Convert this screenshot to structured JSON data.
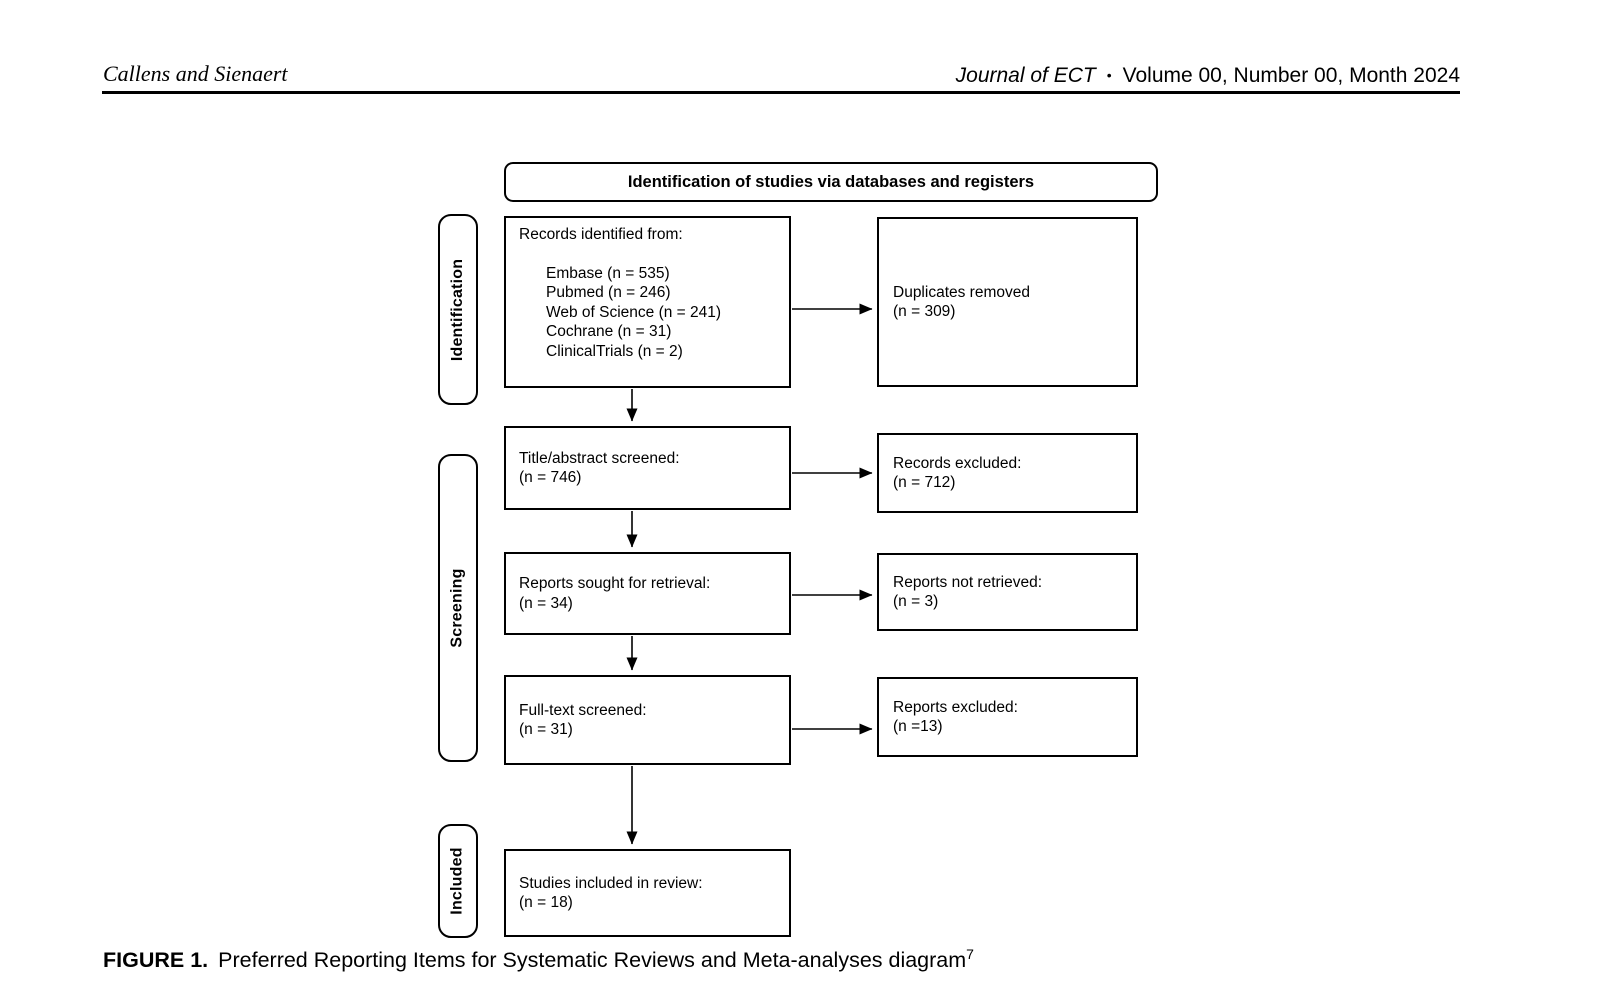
{
  "colors": {
    "ink": "#000000",
    "paper": "#ffffff"
  },
  "header": {
    "running_head": "Callens and Sienaert",
    "journal": "Journal of ECT",
    "separator": "•",
    "issue": "Volume 00, Number 00, Month 2024"
  },
  "diagram": {
    "banner": "Identification of studies via databases and registers",
    "stage_labels": [
      "Identification",
      "Screening",
      "Included"
    ],
    "sources_box": {
      "heading": "Records identified from:",
      "items": [
        "Embase (n = 535)",
        "Pubmed (n = 246)",
        "Web of Science (n = 241)",
        "Cochrane (n = 31)",
        "ClinicalTrials (n = 2)"
      ]
    },
    "left_boxes": [
      {
        "line1": "Title/abstract screened:",
        "line2": "(n = 746)"
      },
      {
        "line1": "Reports sought for retrieval:",
        "line2": "(n = 34)"
      },
      {
        "line1": "Full-text screened:",
        "line2": "(n = 31)"
      },
      {
        "line1": "Studies included in review:",
        "line2": "(n = 18)"
      }
    ],
    "right_boxes": [
      {
        "line1": "Duplicates removed",
        "line2": "(n = 309)"
      },
      {
        "line1": "Records excluded:",
        "line2": "(n = 712)"
      },
      {
        "line1": "Reports not retrieved:",
        "line2": "(n = 3)"
      },
      {
        "line1": "Reports excluded:",
        "line2": "(n =13)"
      }
    ]
  },
  "caption": {
    "label": "FIGURE 1.",
    "text": "Preferred Reporting Items for Systematic Reviews and Meta-analyses diagram",
    "reference_superscript": "7"
  }
}
